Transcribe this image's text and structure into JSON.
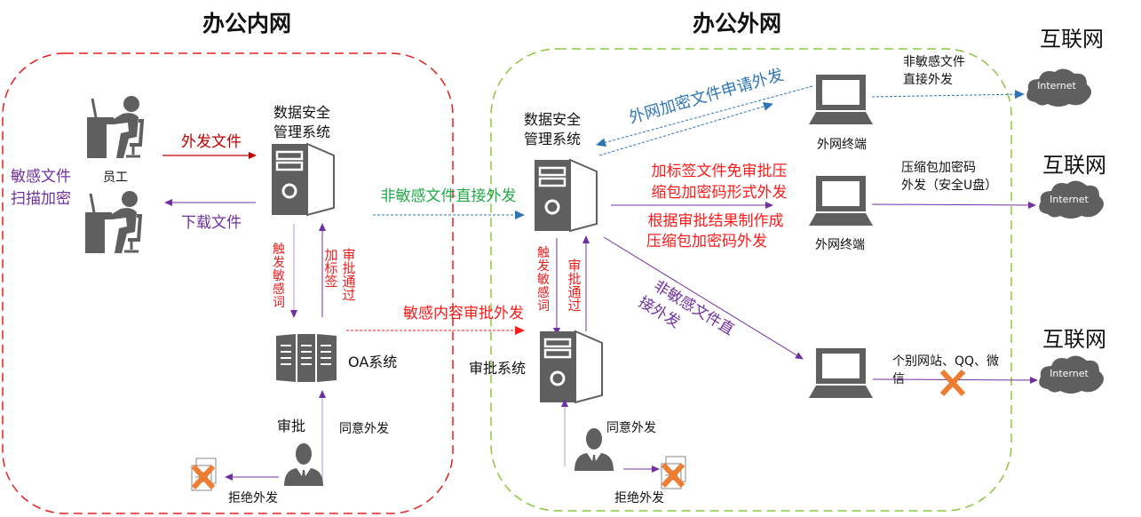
{
  "colors": {
    "icon_gray": "#5f5f5f",
    "inner_zone_border": "#e61e1e",
    "outer_zone_border": "#8dc63f",
    "red_text": "#e61e1e",
    "dark_red_arrow": "#c00000",
    "purple": "#7030a0",
    "light_purple_line": "#b79ad8",
    "green_text": "#22a84a",
    "blue": "#2e75b6",
    "orange_x": "#ed7d31"
  },
  "zones": {
    "inner": {
      "title": "办公内网"
    },
    "outer": {
      "title": "办公外网"
    }
  },
  "inner": {
    "employee_label": "员工",
    "scan_label_line1": "敏感文件",
    "scan_label_line2": "扫描加密",
    "send_file": "外发文件",
    "download_file": "下载文件",
    "dsm_label_line1": "数据安全",
    "dsm_label_line2": "管理系统",
    "trigger_words": [
      "触",
      "发",
      "敏",
      "感",
      "词"
    ],
    "add_tag": [
      "加",
      "标",
      "签"
    ],
    "approved": [
      "审",
      "批",
      "通",
      "过"
    ],
    "oa_label": "OA系统",
    "approve_label": "审批",
    "agree_send": "同意外发",
    "reject_send": "拒绝外发"
  },
  "cross": {
    "non_sensitive_direct": "非敏感文件直接外发",
    "sensitive_approval": "敏感内容审批外发"
  },
  "outer": {
    "dsm_label_line1": "数据安全",
    "dsm_label_line2": "管理系统",
    "encrypted_apply": "外网加密文件申请外发",
    "tagged_line1": "加标签文件免审批压",
    "tagged_line2": "缩包加密码形式外发",
    "result_line1": "根据审批结果制作成",
    "result_line2": "压缩包加密码外发",
    "diag_line1": "非敏感文件直",
    "diag_line2": "接外发",
    "trigger_words": [
      "触",
      "发",
      "敏",
      "感",
      "词"
    ],
    "approved": [
      "审",
      "批",
      "通",
      "过"
    ],
    "approval_system": "审批系统",
    "agree_send": "同意外发",
    "reject_send": "拒绝外发",
    "terminals": [
      {
        "label": "外网终端"
      },
      {
        "label": "外网终端"
      },
      {
        "label": ""
      }
    ]
  },
  "internet": {
    "title": "互联网",
    "cloud_text": "Internet",
    "links": [
      {
        "line1": "非敏感文件",
        "line2": "直接外发"
      },
      {
        "line1": "压缩包加密码",
        "line2": "外发（安全U盘）"
      },
      {
        "line1": "个别网站、QQ、微",
        "line2": "信",
        "blocked": true
      }
    ]
  }
}
